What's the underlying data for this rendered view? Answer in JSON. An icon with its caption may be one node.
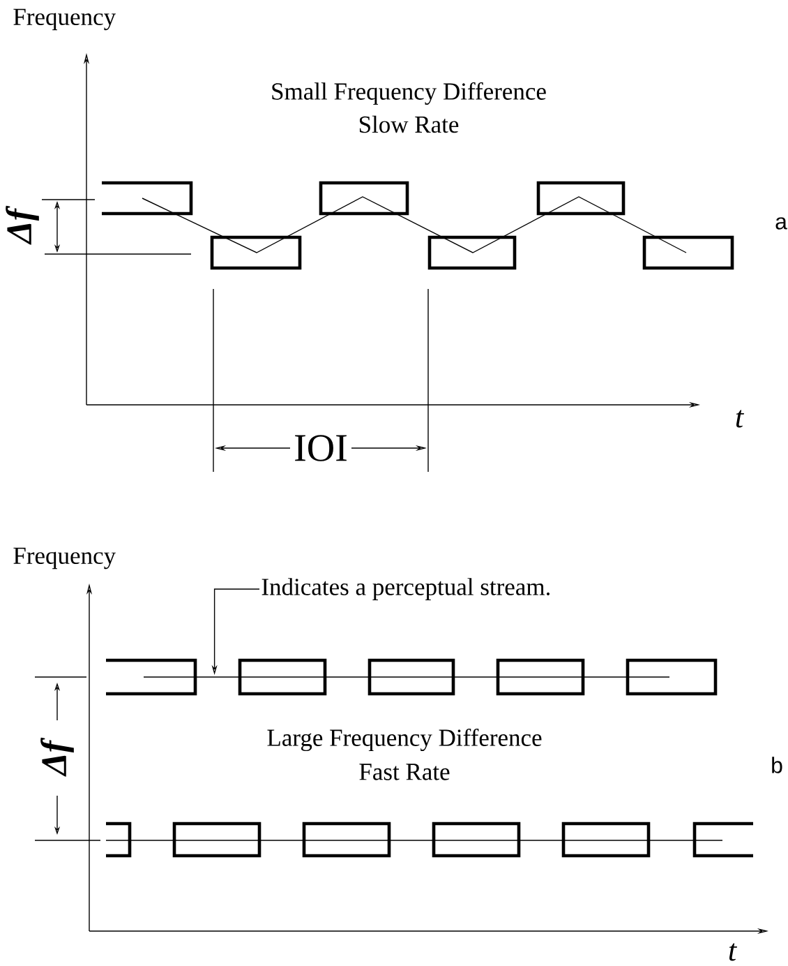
{
  "diagram": {
    "nodes": [
      {
        "text": [
          "Indicates a perceptual stream."
        ]
      },
      {
        "text": [],
        "shape": "line"
      }
    ],
    "edges": [
      {
        "from": 0,
        "to": 1,
        "arrow": "to"
      }
    ],
    "labels": [
      "Frequency",
      "Small Frequency Difference",
      "Slow Rate",
      "Δf",
      "a",
      "t",
      "IOI",
      "Frequency",
      "Large Frequency Difference",
      "Fast Rate",
      "Δf",
      "b",
      "t"
    ]
  }
}
